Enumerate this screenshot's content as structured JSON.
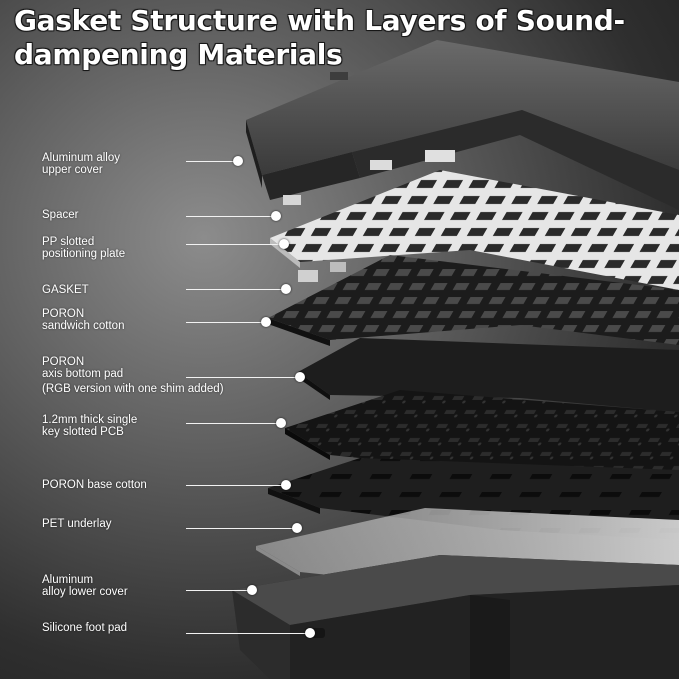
{
  "title": "Gasket Structure with Layers of Sound-dampening Materials",
  "layers": [
    {
      "id": "upper-cover",
      "lines": [
        "Aluminum alloy",
        "upper cover"
      ]
    },
    {
      "id": "spacer",
      "lines": [
        "Spacer"
      ]
    },
    {
      "id": "pp-plate",
      "lines": [
        "PP slotted",
        "positioning plate"
      ]
    },
    {
      "id": "gasket",
      "lines": [
        "GASKET"
      ]
    },
    {
      "id": "poron-sandwich",
      "lines": [
        "PORON",
        "sandwich cotton"
      ]
    },
    {
      "id": "poron-axis",
      "lines": [
        "PORON",
        "axis bottom pad",
        "(RGB version with one shim added)"
      ]
    },
    {
      "id": "pcb",
      "lines": [
        "1.2mm thick single",
        "key slotted PCB"
      ]
    },
    {
      "id": "poron-base",
      "lines": [
        "PORON base cotton"
      ]
    },
    {
      "id": "pet-underlay",
      "lines": [
        "PET underlay"
      ]
    },
    {
      "id": "lower-cover",
      "lines": [
        "Aluminum",
        "alloy lower cover"
      ]
    },
    {
      "id": "foot-pad",
      "lines": [
        "Silicone foot pad"
      ]
    }
  ]
}
